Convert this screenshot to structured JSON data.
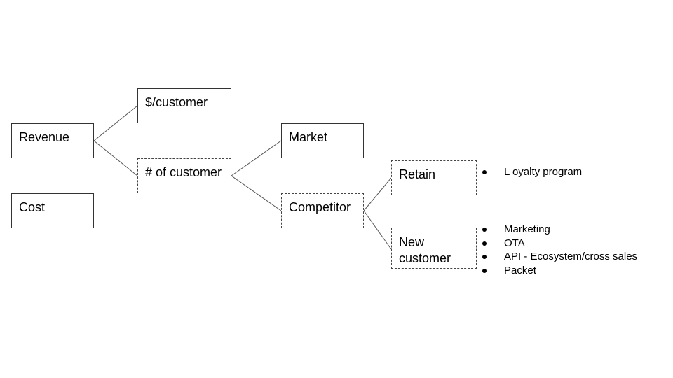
{
  "nodes": {
    "revenue": "Revenue",
    "cost": "Cost",
    "per_customer": "$/customer",
    "num_customer": "# of customer",
    "market": "Market",
    "competitor": "Competitor",
    "retain": "Retain",
    "new_customer_line1": "New",
    "new_customer_line2": "customer"
  },
  "retain_bullets": [
    "L oyalty program"
  ],
  "new_customer_bullets": [
    "Marketing",
    "OTA",
    "API - Ecosystem/cross sales",
    "Packet"
  ]
}
